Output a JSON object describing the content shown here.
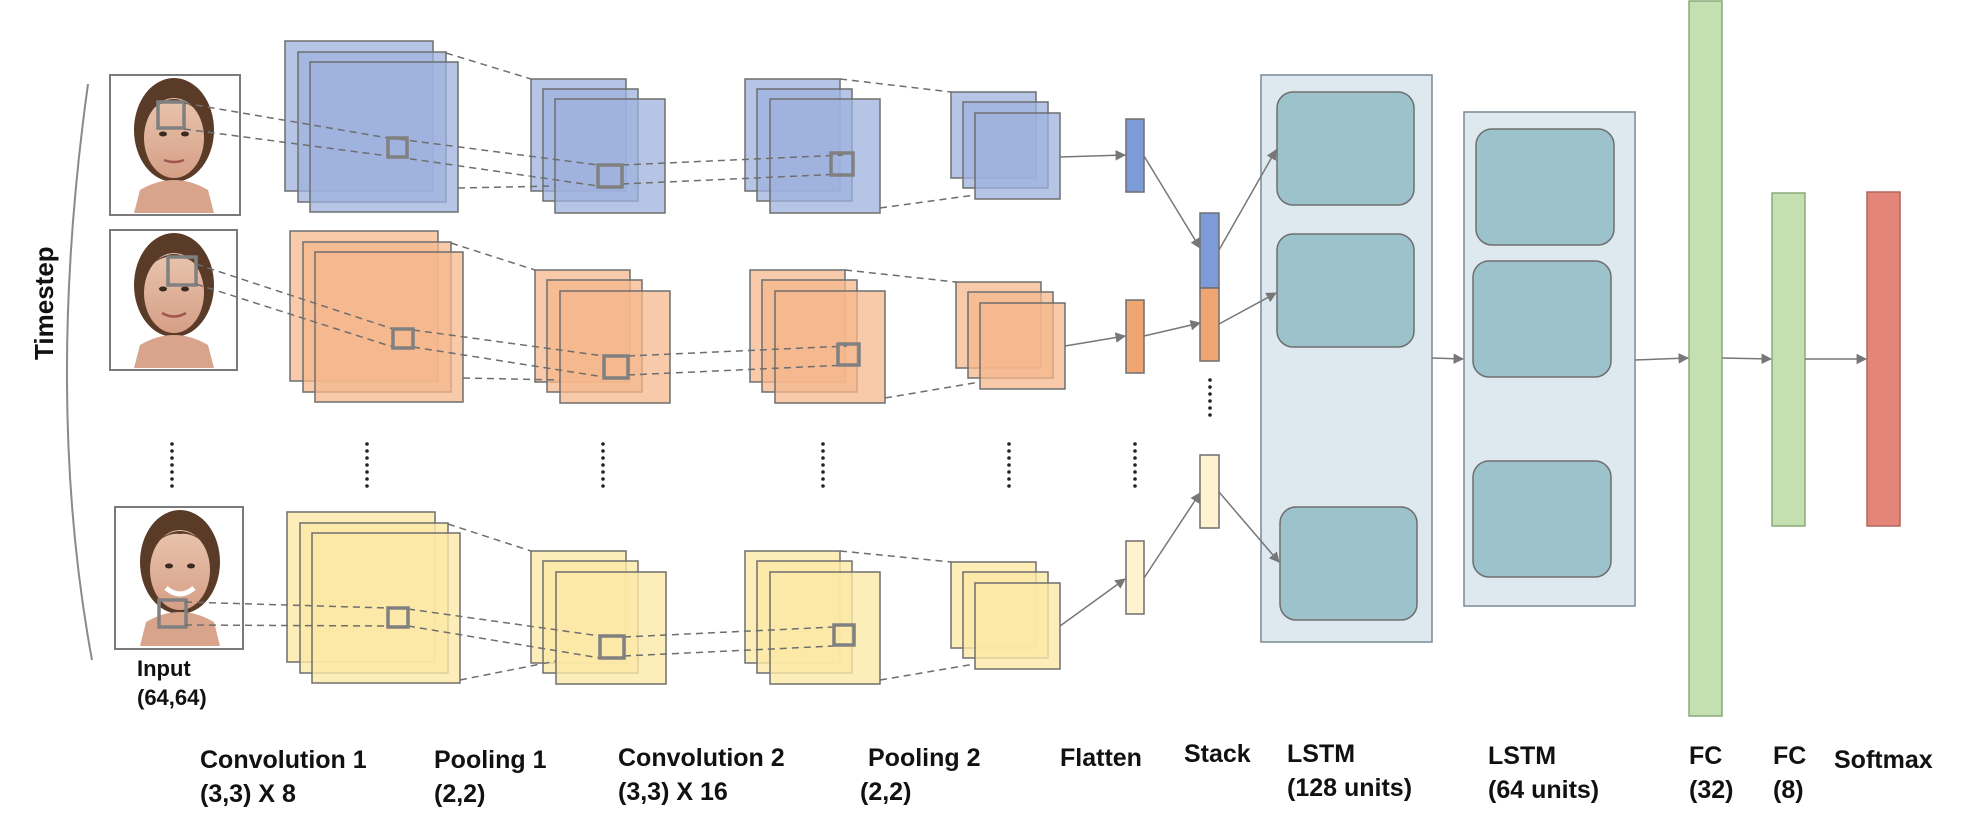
{
  "axis_label": "Timestep",
  "input_label": "Input",
  "input_size": "(64,64)",
  "layers": [
    {
      "name": "Convolution 1",
      "detail": "(3,3) X 8"
    },
    {
      "name": "Pooling 1",
      "detail": "(2,2)"
    },
    {
      "name": "Convolution 2",
      "detail": "(3,3) X 16"
    },
    {
      "name": "Pooling 2",
      "detail": "(2,2)"
    },
    {
      "name": "Flatten",
      "detail": ""
    },
    {
      "name": "Stack",
      "detail": ""
    },
    {
      "name": "LSTM",
      "detail": "(128 units)"
    },
    {
      "name": "LSTM",
      "detail": "(64 units)"
    },
    {
      "name": "FC",
      "detail": "(32)"
    },
    {
      "name": "FC",
      "detail": "(8)"
    },
    {
      "name": "Softmax",
      "detail": ""
    }
  ],
  "colors": {
    "row1_fill": "#9db1de",
    "row2_fill": "#f5b88e",
    "row3_fill": "#fde8a6",
    "lstm_bg": "#dde8ef",
    "lstm_cell": "#9cc3cc",
    "fc": "#c5e0b0",
    "softmax": "#e4857a",
    "arrow": "#777777"
  }
}
